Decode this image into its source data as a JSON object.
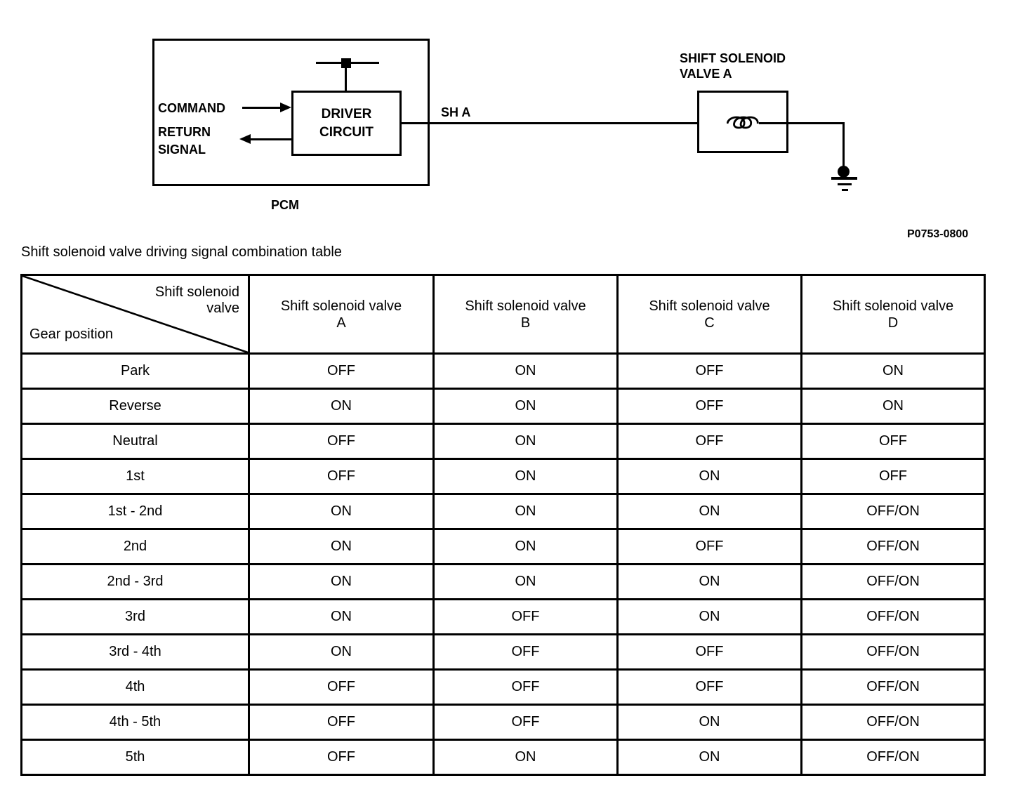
{
  "diagram": {
    "pcm_label": "PCM",
    "driver_circuit_line1": "DRIVER",
    "driver_circuit_line2": "CIRCUIT",
    "command_label": "COMMAND",
    "return_label": "RETURN",
    "signal_label": "SIGNAL",
    "wire_label": "SH A",
    "solenoid_title_line1": "SHIFT SOLENOID",
    "solenoid_title_line2": "VALVE A",
    "figure_code": "P0753-0800",
    "line_color": "#000000"
  },
  "table": {
    "title": "Shift solenoid valve driving signal combination table",
    "corner": {
      "top_right_line1": "Shift solenoid",
      "top_right_line2": "valve",
      "bottom_left": "Gear position"
    },
    "columns": [
      {
        "line1": "Shift solenoid valve",
        "line2": "A"
      },
      {
        "line1": "Shift solenoid valve",
        "line2": "B"
      },
      {
        "line1": "Shift solenoid valve",
        "line2": "C"
      },
      {
        "line1": "Shift solenoid valve",
        "line2": "D"
      }
    ],
    "rows": [
      {
        "gear": "Park",
        "values": [
          "OFF",
          "ON",
          "OFF",
          "ON"
        ]
      },
      {
        "gear": "Reverse",
        "values": [
          "ON",
          "ON",
          "OFF",
          "ON"
        ]
      },
      {
        "gear": "Neutral",
        "values": [
          "OFF",
          "ON",
          "OFF",
          "OFF"
        ]
      },
      {
        "gear": "1st",
        "values": [
          "OFF",
          "ON",
          "ON",
          "OFF"
        ]
      },
      {
        "gear": "1st - 2nd",
        "values": [
          "ON",
          "ON",
          "ON",
          "OFF/ON"
        ]
      },
      {
        "gear": "2nd",
        "values": [
          "ON",
          "ON",
          "OFF",
          "OFF/ON"
        ]
      },
      {
        "gear": "2nd - 3rd",
        "values": [
          "ON",
          "ON",
          "ON",
          "OFF/ON"
        ]
      },
      {
        "gear": "3rd",
        "values": [
          "ON",
          "OFF",
          "ON",
          "OFF/ON"
        ]
      },
      {
        "gear": "3rd - 4th",
        "values": [
          "ON",
          "OFF",
          "OFF",
          "OFF/ON"
        ]
      },
      {
        "gear": "4th",
        "values": [
          "OFF",
          "OFF",
          "OFF",
          "OFF/ON"
        ]
      },
      {
        "gear": "4th - 5th",
        "values": [
          "OFF",
          "OFF",
          "ON",
          "OFF/ON"
        ]
      },
      {
        "gear": "5th",
        "values": [
          "OFF",
          "ON",
          "ON",
          "OFF/ON"
        ]
      }
    ]
  }
}
